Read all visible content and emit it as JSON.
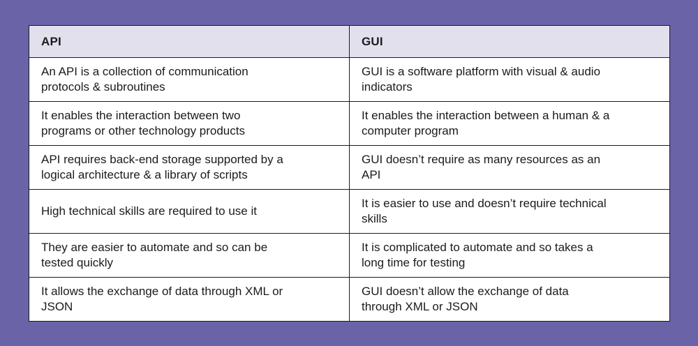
{
  "theme": {
    "page_bg": "#6A63A8",
    "header_bg": "#E1E0EC",
    "cell_bg": "#FFFFFF",
    "border_color": "#1A1A1A",
    "text_color": "#1B1B1D"
  },
  "chart_data": {
    "type": "table",
    "title": "",
    "columns": [
      "API",
      "GUI"
    ],
    "rows": [
      [
        "An API is a collection of communication\nprotocols & subroutines",
        "GUI is a software platform with visual & audio\nindicators"
      ],
      [
        "It enables the interaction between two\nprograms or other technology products",
        "It enables the interaction between a human & a\ncomputer program"
      ],
      [
        "API requires back-end storage supported by a\nlogical architecture & a library of scripts",
        "GUI doesn’t require as many resources as an\nAPI"
      ],
      [
        "High technical skills are required to use it",
        "It is easier to use and doesn’t require technical\nskills"
      ],
      [
        "They are easier to automate and so can be\ntested quickly",
        "It is complicated to automate and so takes a\nlong time for testing"
      ],
      [
        "It allows the exchange of data through XML or\nJSON",
        "GUI doesn’t allow the exchange of data\nthrough XML or JSON"
      ]
    ],
    "layout": {
      "legend": "none",
      "grid": "full-borders",
      "column_split": "50/50"
    }
  }
}
